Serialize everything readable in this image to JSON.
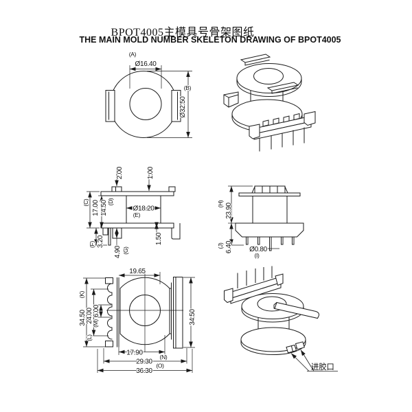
{
  "title": {
    "cn": "BPOT4005主模具号骨架图纸",
    "en": "THE MAIN MOLD NUMBER SKELETON DRAWING OF BPOT4005"
  },
  "top_view": {
    "label_a": "(A)",
    "dim_inner_dia": "Ø16.40",
    "label_b": "(B)",
    "dim_outer_dia": "Ø32.50"
  },
  "front_view": {
    "dim_200": "2.00",
    "dim_100": "1.00",
    "label_c": "(C)",
    "dim_1700": "17.00",
    "label_d": "(D)",
    "dim_1450": "14.50",
    "label_e": "(E)",
    "dim_core_dia": "Ø18.20",
    "label_f": "(F)",
    "dim_320": "3.20",
    "label_g": "(G)",
    "dim_490": "4.90",
    "dim_150": "1.50"
  },
  "side_view": {
    "label_h": "(H)",
    "dim_2390": "23.90",
    "label_j": "(J)",
    "dim_640": "6.40",
    "label_i": "(I)",
    "dim_pin_dia": "Ø0.80"
  },
  "bottom_view": {
    "dim_1965": "19.65",
    "label_k": "(K)",
    "dim_3450_left": "34.50",
    "dim_2400": "24.00",
    "label_l": "(L)",
    "dim_600": "6.00",
    "label_m": "(M)",
    "dim_3450_right": "34.50",
    "dim_1790": "17.90",
    "dim_2930": "29.30",
    "label_n": "(N)",
    "dim_3630": "36.30",
    "label_o": "(O)"
  },
  "iso_bottom_view": {
    "note_glue_inlet": "进胶口"
  }
}
